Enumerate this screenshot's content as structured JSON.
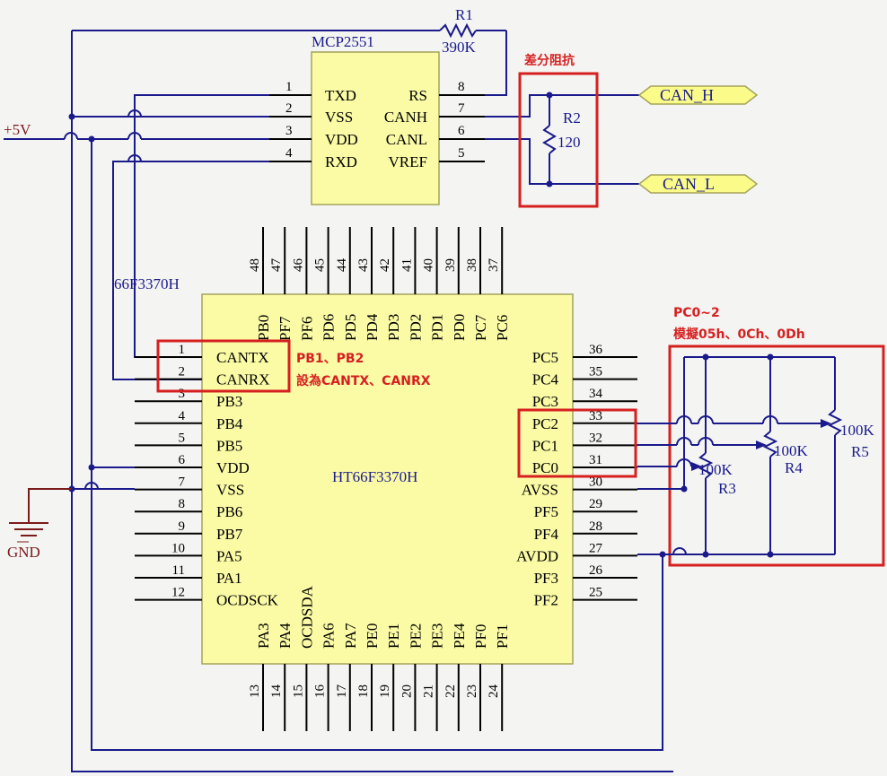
{
  "mcp": {
    "title": "MCP2551",
    "pins_left": [
      {
        "num": "1",
        "name": "TXD"
      },
      {
        "num": "2",
        "name": "VSS"
      },
      {
        "num": "3",
        "name": "VDD"
      },
      {
        "num": "4",
        "name": "RXD"
      }
    ],
    "pins_right": [
      {
        "num": "8",
        "name": "RS"
      },
      {
        "num": "7",
        "name": "CANH"
      },
      {
        "num": "6",
        "name": "CANL"
      },
      {
        "num": "5",
        "name": "VREF"
      }
    ]
  },
  "r1": {
    "ref": "R1",
    "value": "390K"
  },
  "r2": {
    "ref": "R2",
    "value": "120"
  },
  "nets": {
    "can_h": "CAN_H",
    "can_l": "CAN_L",
    "vcc": "+5V",
    "gnd": "GND"
  },
  "notes": {
    "diff_res": "差分阻抗",
    "pb_line1": "PB1、PB2",
    "pb_line2": "設為CANTX、CANRX",
    "pc_line1": "PC0~2",
    "pc_line2": "模擬05h、0Ch、0Dh"
  },
  "mcu": {
    "name": "HT66F3370H",
    "tag": "66F3370H",
    "left_pins": [
      {
        "num": "1",
        "name": "CANTX"
      },
      {
        "num": "2",
        "name": "CANRX"
      },
      {
        "num": "3",
        "name": "PB3"
      },
      {
        "num": "4",
        "name": "PB4"
      },
      {
        "num": "5",
        "name": "PB5"
      },
      {
        "num": "6",
        "name": "VDD"
      },
      {
        "num": "7",
        "name": "VSS"
      },
      {
        "num": "8",
        "name": "PB6"
      },
      {
        "num": "9",
        "name": "PB7"
      },
      {
        "num": "10",
        "name": "PA5"
      },
      {
        "num": "11",
        "name": "PA1"
      },
      {
        "num": "12",
        "name": "OCDSCK"
      }
    ],
    "right_pins": [
      {
        "num": "36",
        "name": "PC5"
      },
      {
        "num": "35",
        "name": "PC4"
      },
      {
        "num": "34",
        "name": "PC3"
      },
      {
        "num": "33",
        "name": "PC2"
      },
      {
        "num": "32",
        "name": "PC1"
      },
      {
        "num": "31",
        "name": "PC0"
      },
      {
        "num": "30",
        "name": "AVSS"
      },
      {
        "num": "29",
        "name": "PF5"
      },
      {
        "num": "28",
        "name": "PF4"
      },
      {
        "num": "27",
        "name": "AVDD"
      },
      {
        "num": "26",
        "name": "PF3"
      },
      {
        "num": "25",
        "name": "PF2"
      }
    ],
    "top_pins": [
      {
        "num": "48",
        "name": "PB0"
      },
      {
        "num": "47",
        "name": "PF7"
      },
      {
        "num": "46",
        "name": "PF6"
      },
      {
        "num": "45",
        "name": "PD6"
      },
      {
        "num": "44",
        "name": "PD5"
      },
      {
        "num": "43",
        "name": "PD4"
      },
      {
        "num": "42",
        "name": "PD3"
      },
      {
        "num": "41",
        "name": "PD2"
      },
      {
        "num": "40",
        "name": "PD1"
      },
      {
        "num": "39",
        "name": "PD0"
      },
      {
        "num": "38",
        "name": "PC7"
      },
      {
        "num": "37",
        "name": "PC6"
      }
    ],
    "bottom_pins": [
      {
        "num": "13",
        "name": "PA3"
      },
      {
        "num": "14",
        "name": "PA4"
      },
      {
        "num": "15",
        "name": "OCDSDA"
      },
      {
        "num": "16",
        "name": "PA6"
      },
      {
        "num": "17",
        "name": "PA7"
      },
      {
        "num": "18",
        "name": "PE0"
      },
      {
        "num": "19",
        "name": "PE1"
      },
      {
        "num": "20",
        "name": "PE2"
      },
      {
        "num": "21",
        "name": "PE3"
      },
      {
        "num": "22",
        "name": "PE4"
      },
      {
        "num": "23",
        "name": "PF0"
      },
      {
        "num": "24",
        "name": "PF1"
      }
    ]
  },
  "pots": [
    {
      "ref": "R3",
      "value": "100K"
    },
    {
      "ref": "R4",
      "value": "100K"
    },
    {
      "ref": "R5",
      "value": "100K"
    }
  ]
}
